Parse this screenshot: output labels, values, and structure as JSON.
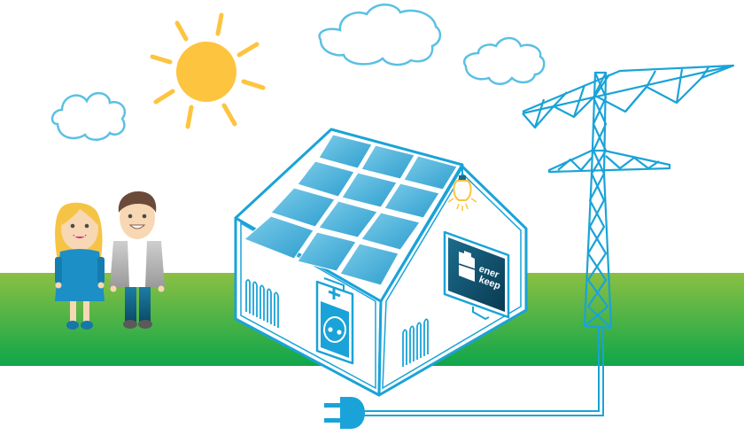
{
  "illustration": {
    "description": "Home solar energy storage concept: family, house with solar roof, battery, monitor, power pylon, and grid plug",
    "brand": {
      "line1": "ener",
      "line2": "keep"
    },
    "elements": [
      "sun",
      "cloud-left",
      "cloud-center",
      "cloud-right",
      "woman",
      "man",
      "house",
      "solar-panels",
      "battery",
      "light-bulb",
      "monitor",
      "power-pylon",
      "power-cable",
      "plug"
    ]
  },
  "colors": {
    "sky": "#ffffff",
    "grass_top": "#8bc043",
    "grass_bottom": "#0fa64a",
    "line_blue": "#1aa3d8",
    "panel_blue": "#4bb3dc",
    "cloud_stroke": "#5bc0e4",
    "sun": "#fdc43f",
    "monitor_dark": "#0f4b66",
    "dress": "#1c8fc6",
    "hair_blond": "#f6c445",
    "hair_brown": "#6b4a3a",
    "skin": "#f7d7b4",
    "jacket": "#b8b8b8",
    "jeans": "#0e5a7a"
  }
}
